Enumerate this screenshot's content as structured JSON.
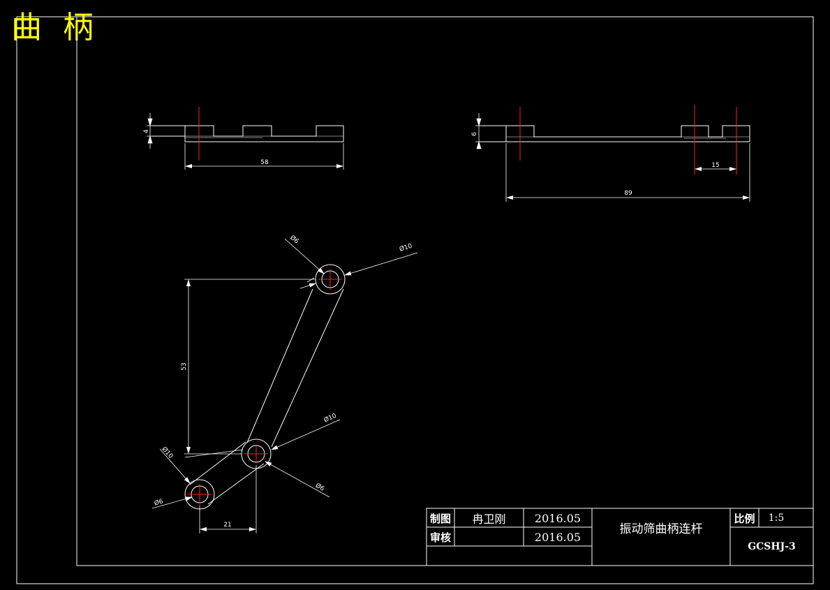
{
  "header": {
    "title": "曲 柄"
  },
  "colors": {
    "background": "#000000",
    "lines": "#ffffff",
    "centerline": "#ff2020",
    "title": "#ffff00"
  },
  "dimensions": {
    "side_view_left_thickness": "4",
    "side_view_left_length": "58",
    "side_view_right_thickness": "6",
    "side_view_right_offset": "15",
    "side_view_right_length": "89",
    "top_hole_small": "Ø6",
    "top_hole_large": "Ø10",
    "vertical_distance": "53",
    "middle_hole_large_right": "Ø10",
    "middle_hole_large_left": "Ø10",
    "middle_hole_small": "Ø6",
    "bottom_hole_small": "Ø6",
    "horizontal_distance": "21"
  },
  "title_block": {
    "draw_label": "制图",
    "drafter": "冉卫刚",
    "draw_date": "2016.05",
    "review_label": "审核",
    "review_date": "2016.05",
    "part_name": "振动筛曲柄连杆",
    "scale_label": "比例",
    "scale_value": "1:5",
    "drawing_number": "GCSHJ-3"
  }
}
